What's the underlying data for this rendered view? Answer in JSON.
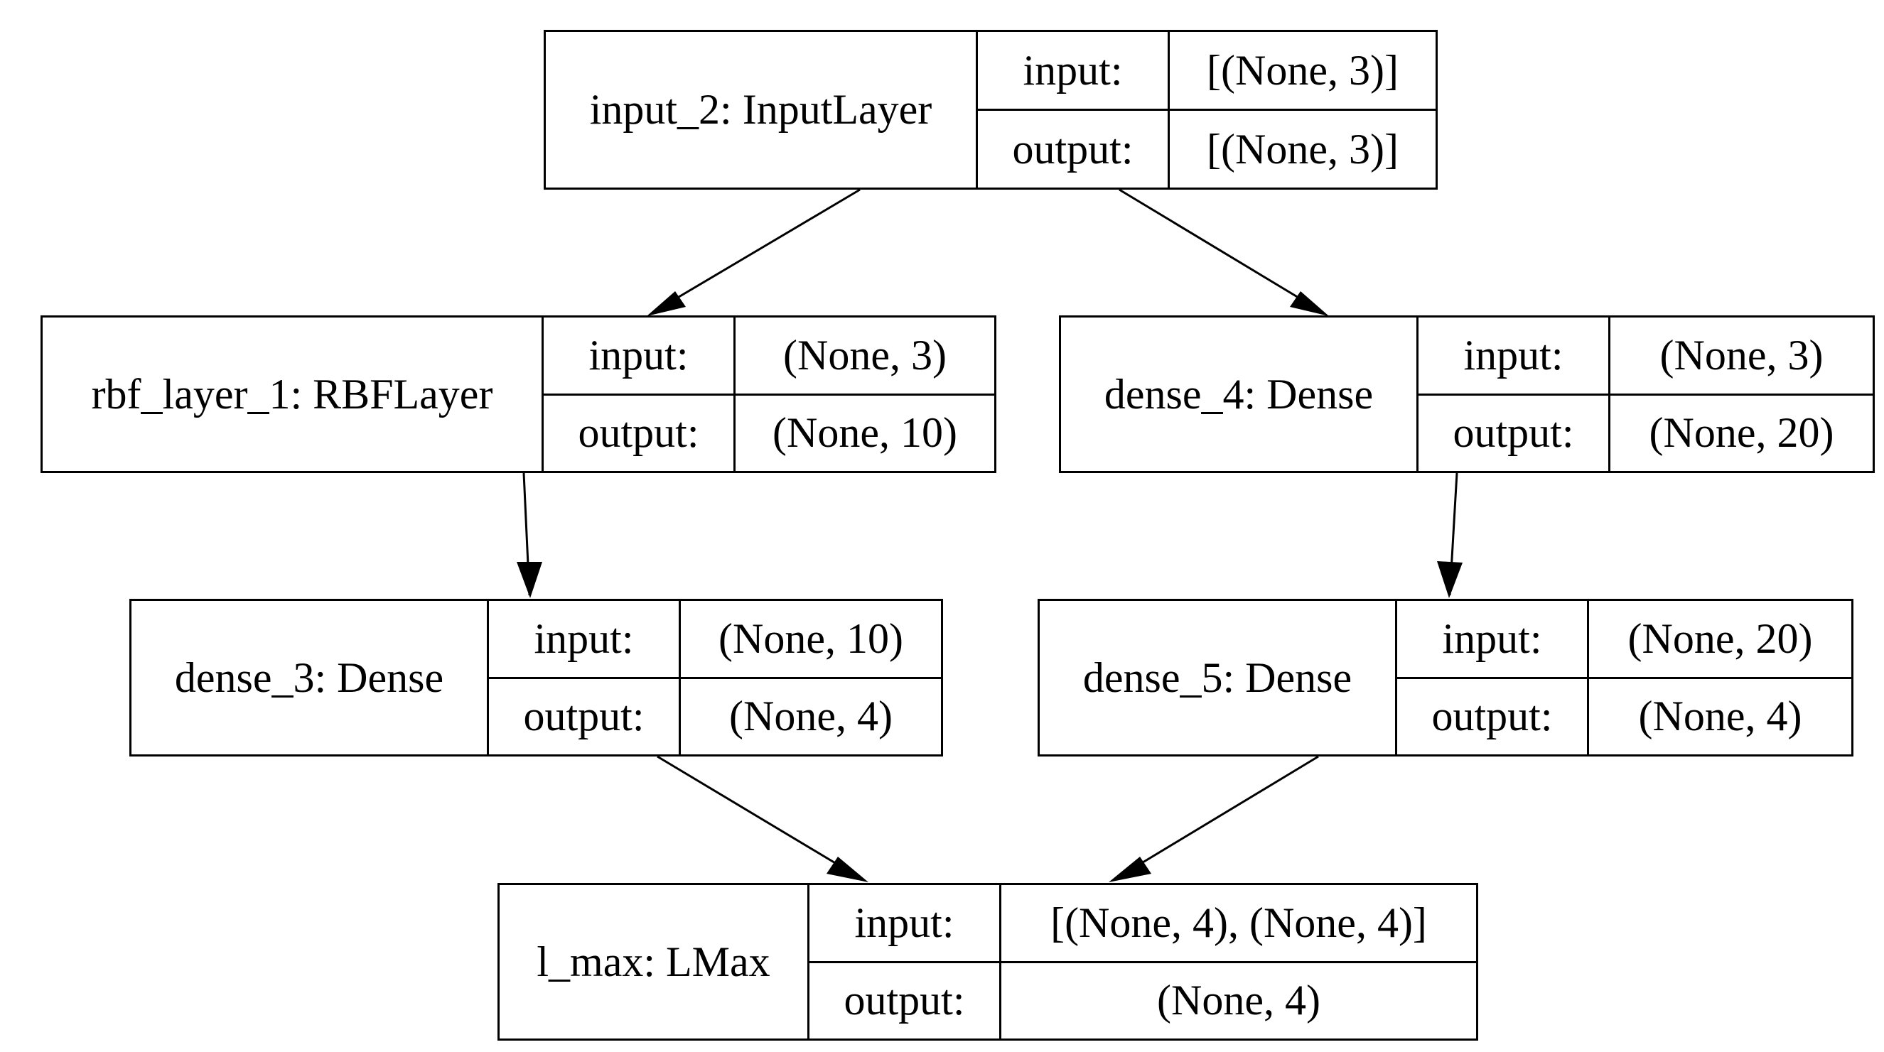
{
  "nodes": {
    "input_2": {
      "name": "input_2: InputLayer",
      "input_label": "input:",
      "input_value": "[(None, 3)]",
      "output_label": "output:",
      "output_value": "[(None, 3)]"
    },
    "rbf_layer_1": {
      "name": "rbf_layer_1: RBFLayer",
      "input_label": "input:",
      "input_value": "(None, 3)",
      "output_label": "output:",
      "output_value": "(None, 10)"
    },
    "dense_4": {
      "name": "dense_4: Dense",
      "input_label": "input:",
      "input_value": "(None, 3)",
      "output_label": "output:",
      "output_value": "(None, 20)"
    },
    "dense_3": {
      "name": "dense_3: Dense",
      "input_label": "input:",
      "input_value": "(None, 10)",
      "output_label": "output:",
      "output_value": "(None, 4)"
    },
    "dense_5": {
      "name": "dense_5: Dense",
      "input_label": "input:",
      "input_value": "(None, 20)",
      "output_label": "output:",
      "output_value": "(None, 4)"
    },
    "l_max": {
      "name": "l_max: LMax",
      "input_label": "input:",
      "input_value": "[(None, 4), (None, 4)]",
      "output_label": "output:",
      "output_value": "(None, 4)"
    }
  },
  "edges": [
    {
      "from": "input_2",
      "to": "rbf_layer_1"
    },
    {
      "from": "input_2",
      "to": "dense_4"
    },
    {
      "from": "rbf_layer_1",
      "to": "dense_3"
    },
    {
      "from": "dense_4",
      "to": "dense_5"
    },
    {
      "from": "dense_3",
      "to": "l_max"
    },
    {
      "from": "dense_5",
      "to": "l_max"
    }
  ]
}
